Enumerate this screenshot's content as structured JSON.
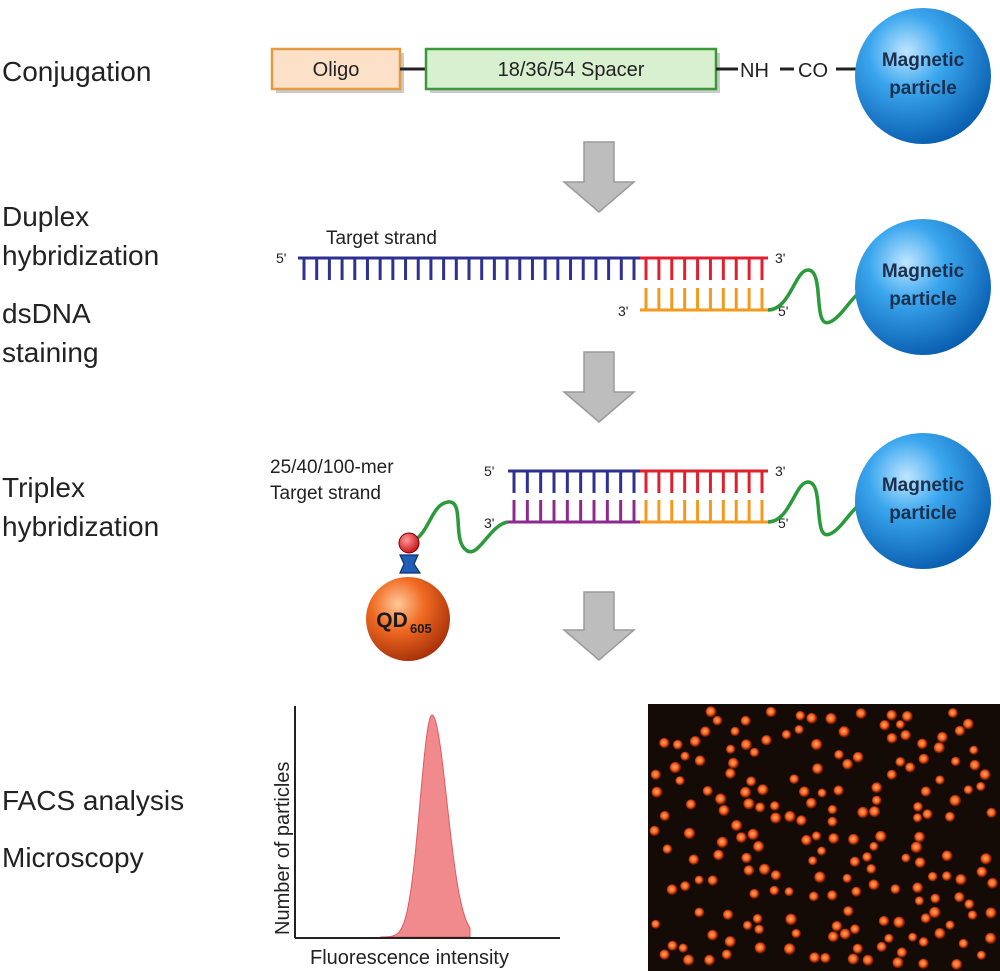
{
  "steps": {
    "conjugation": "Conjugation",
    "duplex_line1": "Duplex",
    "duplex_line2": "hybridization",
    "dsdna_line1": "dsDNA",
    "dsdna_line2": "staining",
    "triplex_line1": "Triplex",
    "triplex_line2": "hybridization",
    "facs": "FACS analysis",
    "microscopy": "Microscopy"
  },
  "conjugation": {
    "oligo": "Oligo",
    "spacer": "18/36/54 Spacer",
    "nh": "NH",
    "co": "CO"
  },
  "bead": {
    "line1": "Magnetic",
    "line2": "particle"
  },
  "duplex": {
    "target_label": "Target strand",
    "top_5": "5'",
    "top_3": "3'",
    "bot_3": "3'",
    "bot_5": "5'"
  },
  "triplex": {
    "target_line1": "25/40/100-mer",
    "target_line2": "Target strand",
    "top_5": "5'",
    "top_3": "3'",
    "bot_3": "3'",
    "bot_5": "5'",
    "qd_main": "QD",
    "qd_sub": "605"
  },
  "histogram": {
    "ylabel": "Number of particles",
    "xlabel": "Fluorescence intensity",
    "fill_color": "#f08a8c"
  },
  "colors": {
    "blue_strand": "#2e3192",
    "red_strand": "#e0202e",
    "orange_strand": "#f39a1e",
    "purple_strand": "#8e2a8e",
    "green_linker": "#2a9a3a",
    "bead_blue": "#1f8ee0",
    "qd_orange": "#e0561a",
    "arrow_gray": "#bdbdbd"
  }
}
